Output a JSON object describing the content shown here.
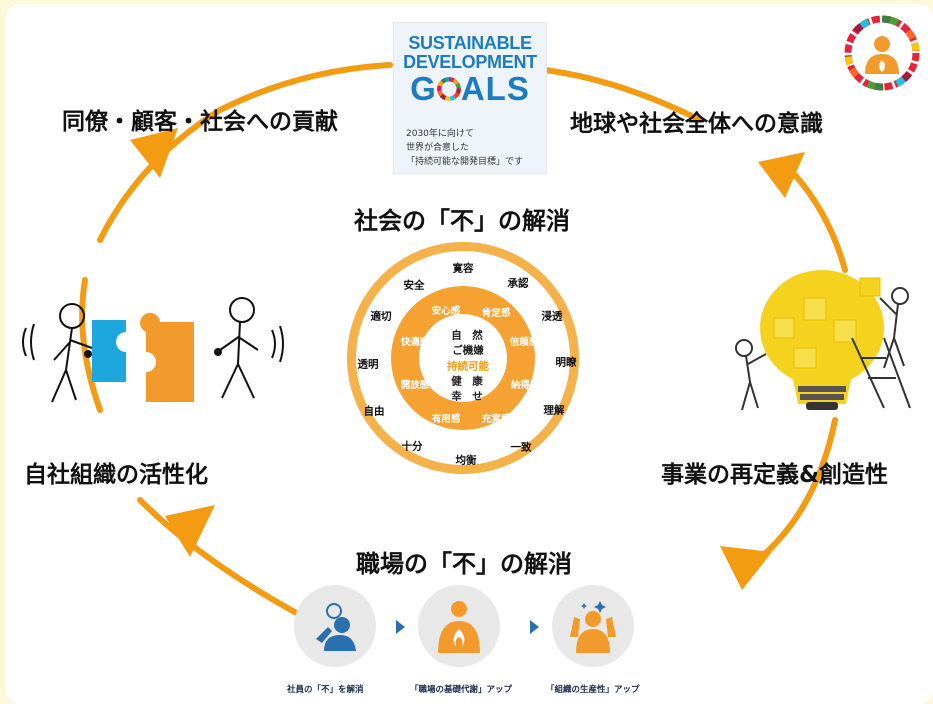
{
  "sdg": {
    "line1": "SUSTAINABLE",
    "line2": "DEVELOPMENT",
    "goals_g": "G",
    "goals_rest": "ALS",
    "sub1": "2030年に向けて",
    "sub2": "世界が合意した",
    "sub3": "「持続可能な開発目標」です"
  },
  "labels": {
    "top_left": "同僚・顧客・社会への貢献",
    "top_right": "地球や社会全体への意識",
    "left": "自社組織の活性化",
    "right": "事業の再定義&創造性",
    "center_title": "社会の「不」の解消",
    "bottom_title": "職場の「不」の解消"
  },
  "wheel": {
    "outer": [
      "寛容",
      "承認",
      "浸透",
      "明瞭",
      "理解",
      "一致",
      "均衡",
      "十分",
      "自由",
      "透明",
      "適切",
      "安全"
    ],
    "middle": [
      "肯定感",
      "信頼感",
      "納得感",
      "充実感",
      "有用感",
      "開放感",
      "快適感",
      "安心感"
    ],
    "center": [
      "自　然",
      "ご機嫌",
      "持続可能",
      "健　康",
      "幸　せ"
    ]
  },
  "steps": [
    {
      "label": "社員の「不」を解消"
    },
    {
      "label": "「職場の基礎代謝」アップ"
    },
    {
      "label": "「組織の生産性」アップ"
    }
  ],
  "colors": {
    "accent": "#f39c12",
    "wheel_outer": "#f6b24a",
    "wheel_ring": "#f5a233",
    "step_blue": "#2a6fb0",
    "step_orange": "#f29b2c"
  }
}
